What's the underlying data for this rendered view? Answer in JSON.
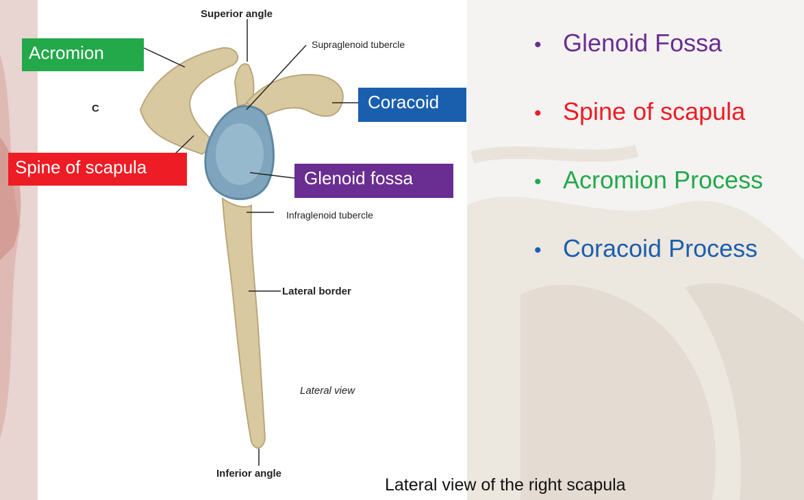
{
  "figure": {
    "panel_letter": "C",
    "labels": {
      "superior_angle": "Superior angle",
      "supraglenoid_tubercle": "Supraglenoid tubercle",
      "infraglenoid_tubercle": "Infraglenoid tubercle",
      "lateral_border": "Lateral border",
      "lateral_view": "Lateral view",
      "inferior_angle": "Inferior angle"
    }
  },
  "tags": {
    "acromion": {
      "text": "Acromion",
      "color": "#23a84a"
    },
    "coracoid": {
      "text": "Coracoid",
      "color": "#1a5fae"
    },
    "spine": {
      "text": "Spine of scapula",
      "color": "#ee1c24"
    },
    "glenoid": {
      "text": "Glenoid fossa",
      "color": "#6a2d91"
    }
  },
  "bullets": [
    {
      "bullet": "•",
      "text": "Glenoid Fossa",
      "color": "#6a2d91"
    },
    {
      "bullet": "•",
      "text": "Spine of scapula",
      "color": "#ee1c24"
    },
    {
      "bullet": "•",
      "text": "Acromion Process",
      "color": "#23a84a"
    },
    {
      "bullet": "•",
      "text": "Coracoid Process",
      "color": "#1a5fae"
    }
  ],
  "caption": "Lateral view of the right scapula"
}
